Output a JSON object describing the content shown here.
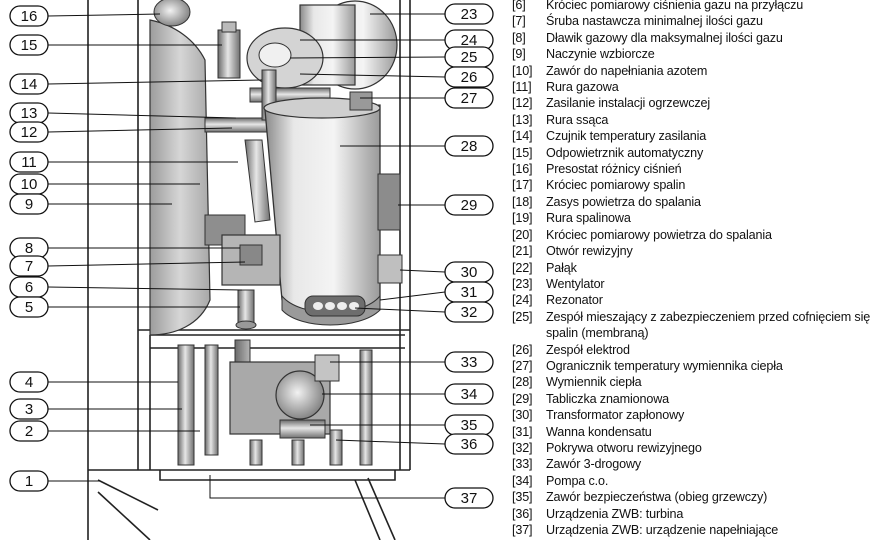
{
  "callouts": {
    "left": [
      "16",
      "15",
      "14",
      "13",
      "12",
      "11",
      "10",
      "9",
      "8",
      "7",
      "6",
      "5",
      "4",
      "3",
      "2",
      "1"
    ],
    "right": [
      "23",
      "24",
      "25",
      "26",
      "27",
      "28",
      "29",
      "30",
      "31",
      "32",
      "33",
      "34",
      "35",
      "36",
      "37"
    ]
  },
  "legend": [
    {
      "code": "[6]",
      "text": "Króciec pomiarowy ciśnienia gazu na przyłączu"
    },
    {
      "code": "[7]",
      "text": "Śruba nastawcza minimalnej ilości gazu"
    },
    {
      "code": "[8]",
      "text": "Dławik gazowy dla maksymalnej ilości gazu"
    },
    {
      "code": "[9]",
      "text": "Naczynie wzbiorcze"
    },
    {
      "code": "[10]",
      "text": "Zawór do napełniania azotem"
    },
    {
      "code": "[11]",
      "text": "Rura gazowa"
    },
    {
      "code": "[12]",
      "text": "Zasilanie instalacji ogrzewczej"
    },
    {
      "code": "[13]",
      "text": "Rura ssąca"
    },
    {
      "code": "[14]",
      "text": "Czujnik temperatury zasilania"
    },
    {
      "code": "[15]",
      "text": "Odpowietrznik automatyczny"
    },
    {
      "code": "[16]",
      "text": "Presostat różnicy ciśnień"
    },
    {
      "code": "[17]",
      "text": "Króciec pomiarowy spalin"
    },
    {
      "code": "[18]",
      "text": "Zasys powietrza do spalania"
    },
    {
      "code": "[19]",
      "text": "Rura spalinowa"
    },
    {
      "code": "[20]",
      "text": "Króciec pomiarowy powietrza do spalania"
    },
    {
      "code": "[21]",
      "text": "Otwór rewizyjny"
    },
    {
      "code": "[22]",
      "text": "Pałąk"
    },
    {
      "code": "[23]",
      "text": "Wentylator"
    },
    {
      "code": "[24]",
      "text": "Rezonator"
    },
    {
      "code": "[25]",
      "text": "Zespół mieszający z zabezpieczeniem przed cofnięciem się spalin (membraną)"
    },
    {
      "code": "[26]",
      "text": "Zespół elektrod"
    },
    {
      "code": "[27]",
      "text": "Ogranicznik temperatury wymiennika ciepła"
    },
    {
      "code": "[28]",
      "text": "Wymiennik ciepła"
    },
    {
      "code": "[29]",
      "text": "Tabliczka znamionowa"
    },
    {
      "code": "[30]",
      "text": "Transformator zapłonowy"
    },
    {
      "code": "[31]",
      "text": "Wanna kondensatu"
    },
    {
      "code": "[32]",
      "text": "Pokrywa otworu rewizyjnego"
    },
    {
      "code": "[33]",
      "text": "Zawór 3-drogowy"
    },
    {
      "code": "[34]",
      "text": "Pompa c.o."
    },
    {
      "code": "[35]",
      "text": "Zawór bezpieczeństwa (obieg grzewczy)"
    },
    {
      "code": "[36]",
      "text": "Urządzenia ZWB: turbina"
    },
    {
      "code": "[37]",
      "text": "Urządzenia ZWB: urządzenie napełniające"
    }
  ]
}
